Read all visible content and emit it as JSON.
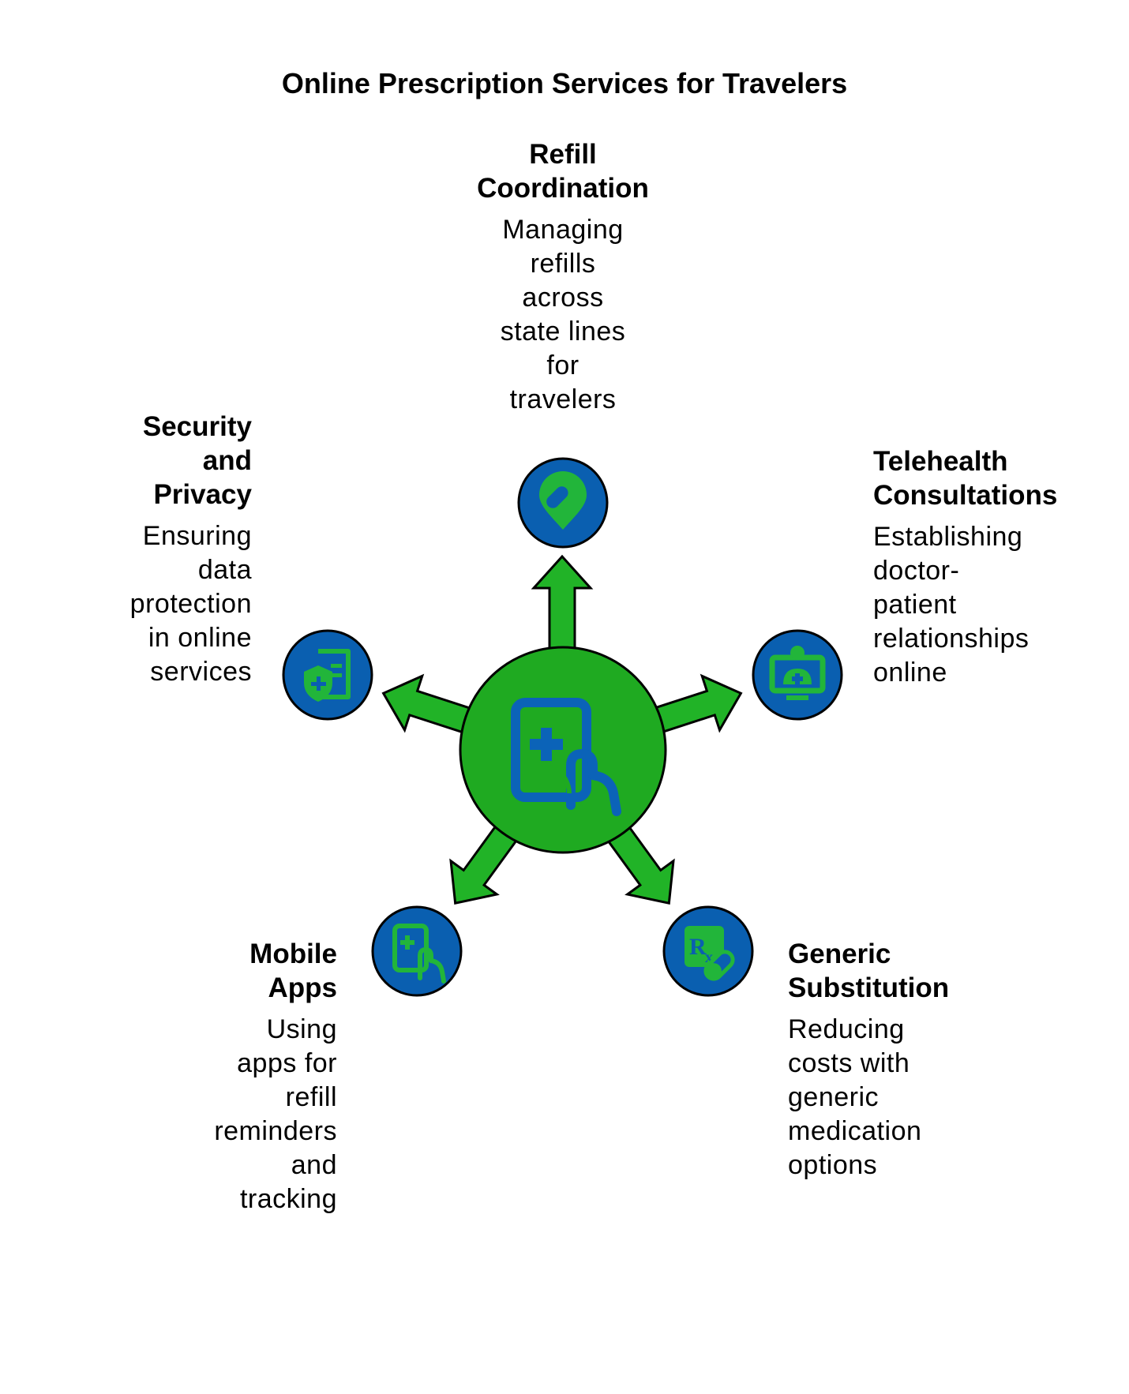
{
  "title": "Online Prescription Services for Travelers",
  "colors": {
    "hub_green": "#1faa21",
    "arrow_green": "#21b327",
    "node_blue": "#0a5fb0",
    "icon_green": "#22b53a",
    "icon_blue": "#0b63b8",
    "outline": "#000000"
  },
  "center": {
    "icon": "phone-medical-touch-icon"
  },
  "nodes": [
    {
      "id": "refill",
      "icon": "pill-location-icon",
      "heading": [
        "Refill",
        "Coordination"
      ],
      "description": [
        "Managing",
        "refills",
        "across",
        "state lines",
        "for",
        "travelers"
      ]
    },
    {
      "id": "telehealth",
      "icon": "telehealth-monitor-icon",
      "heading": [
        "Telehealth",
        "Consultations"
      ],
      "description": [
        "Establishing",
        "doctor-",
        "patient",
        "relationships",
        "online"
      ]
    },
    {
      "id": "generic",
      "icon": "rx-pill-icon",
      "heading": [
        "Generic",
        "Substitution"
      ],
      "description": [
        "Reducing",
        "costs with",
        "generic",
        "medication",
        "options"
      ]
    },
    {
      "id": "mobile",
      "icon": "mobile-app-touch-icon",
      "heading": [
        "Mobile",
        "Apps"
      ],
      "description": [
        "Using",
        "apps for",
        "refill",
        "reminders",
        "and",
        "tracking"
      ]
    },
    {
      "id": "security",
      "icon": "shield-document-icon",
      "heading": [
        "Security",
        "and",
        "Privacy"
      ],
      "description": [
        "Ensuring",
        "data",
        "protection",
        "in online",
        "services"
      ]
    }
  ]
}
